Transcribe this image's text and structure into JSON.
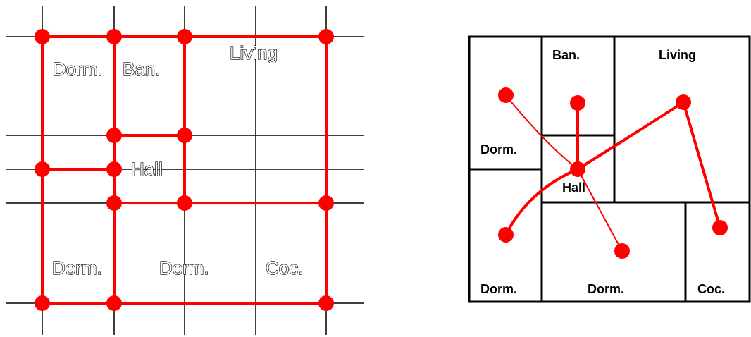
{
  "colors": {
    "edge": "#ff0000",
    "grid": "#000000",
    "wall": "#000000",
    "background": "#ffffff"
  },
  "left_diagram": {
    "labels": {
      "dorm_top": "Dorm.",
      "ban": "Ban.",
      "living": "Living",
      "hall": "Hall",
      "dorm_bottom_left": "Dorm.",
      "dorm_bottom_mid": "Dorm.",
      "coc": "Coc."
    }
  },
  "right_diagram": {
    "labels": {
      "ban": "Ban.",
      "living": "Living",
      "dorm_top": "Dorm.",
      "hall": "Hall",
      "dorm_bottom_left": "Dorm.",
      "dorm_bottom_mid": "Dorm.",
      "coc": "Coc."
    }
  }
}
